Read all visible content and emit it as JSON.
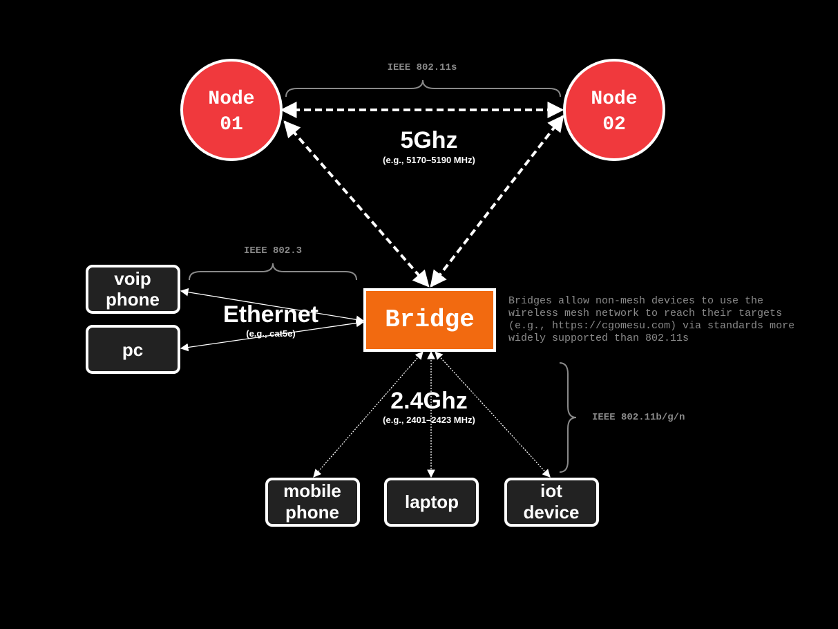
{
  "colors": {
    "background": "#000000",
    "node_fill": "#f0393d",
    "bridge_fill": "#f26a10",
    "device_fill": "#222222",
    "stroke": "#ffffff",
    "muted_text": "#8a8a8a"
  },
  "nodes": [
    {
      "line1": "Node",
      "line2": "01"
    },
    {
      "line1": "Node",
      "line2": "02"
    }
  ],
  "bridge": {
    "label": "Bridge"
  },
  "wired_devices": [
    {
      "line1": "voip",
      "line2": "phone"
    },
    {
      "line1": "pc",
      "line2": ""
    }
  ],
  "wireless_devices": [
    {
      "line1": "mobile",
      "line2": "phone"
    },
    {
      "line1": "laptop",
      "line2": ""
    },
    {
      "line1": "iot",
      "line2": "device"
    }
  ],
  "mesh_link": {
    "band": "5Ghz",
    "range": "(e.g., 5170–5190 MHz)",
    "standard": "IEEE 802.11s"
  },
  "ethernet_link": {
    "name": "Ethernet",
    "example": "(e.g., cat5e)",
    "standard": "IEEE 802.3"
  },
  "wifi_link": {
    "band": "2.4Ghz",
    "range": "(e.g., 2401–2423 MHz)",
    "standard": "IEEE 802.11b/g/n"
  },
  "bridge_note": [
    "Bridges allow non-mesh devices to use the",
    "wireless mesh network to reach their targets",
    "(e.g., https://cgomesu.com) via standards more",
    "widely supported than 802.11s"
  ]
}
